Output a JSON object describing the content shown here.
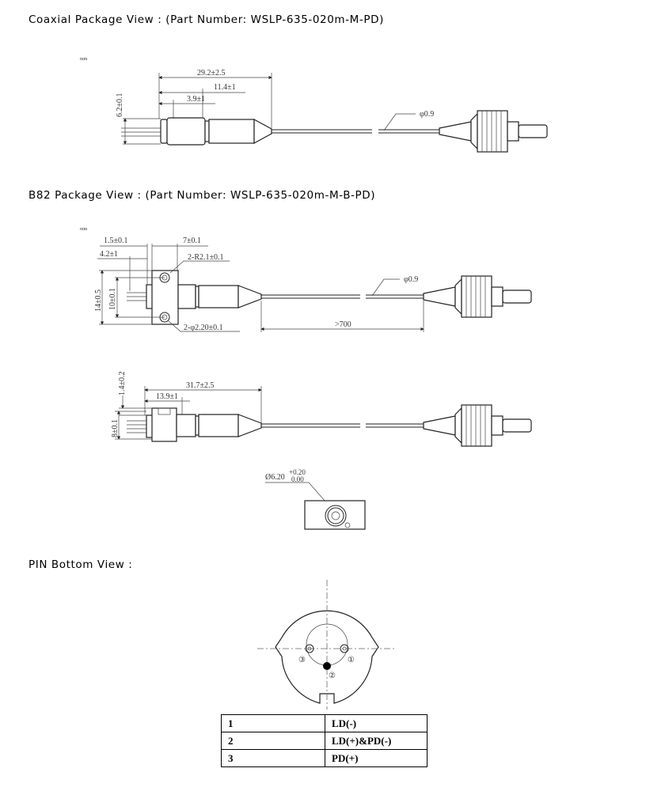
{
  "sections": {
    "coaxial_title": "Coaxial Package View : (Part Number: WSLP-635-020m-M-PD)",
    "b82_title": "B82 Package View : (Part Number: WSLP-635-020m-M-B-PD)",
    "pin_title": "PIN Bottom View :"
  },
  "coaxial": {
    "unit": "mm",
    "dim_total": "29.2±2.5",
    "dim_body": "11.4±1",
    "dim_cap": "3.9±1",
    "dim_height": "6.2±0.1",
    "fiber_dia": "φ0.9"
  },
  "b82": {
    "unit": "mm",
    "dim_flange_thk": "1.5±0.1",
    "dim_flange_len": "7±0.1",
    "dim_pin": "4.2±1",
    "dim_radius": "2-R2.1±0.1",
    "dim_height": "14±0.5",
    "dim_hole_pitch": "10±0.1",
    "dim_hole": "2-φ2.20±0.1",
    "dim_fiber_len": ">700",
    "fiber_dia": "φ0.9"
  },
  "side": {
    "dim_offset": "1.4±0.2",
    "dim_total": "31.7±2.5",
    "dim_body": "13.9±1",
    "dim_height": "8±0.1"
  },
  "bore": {
    "dia": "Ø6.20",
    "tol_upper": "+0.20",
    "tol_lower": "0.00"
  },
  "pin_view": {
    "labels": [
      "③",
      "①",
      "②"
    ]
  },
  "pin_table": [
    {
      "pin": "1",
      "function": "LD(-)"
    },
    {
      "pin": "2",
      "function": "LD(+)&PD(-)"
    },
    {
      "pin": "3",
      "function": "PD(+)"
    }
  ]
}
